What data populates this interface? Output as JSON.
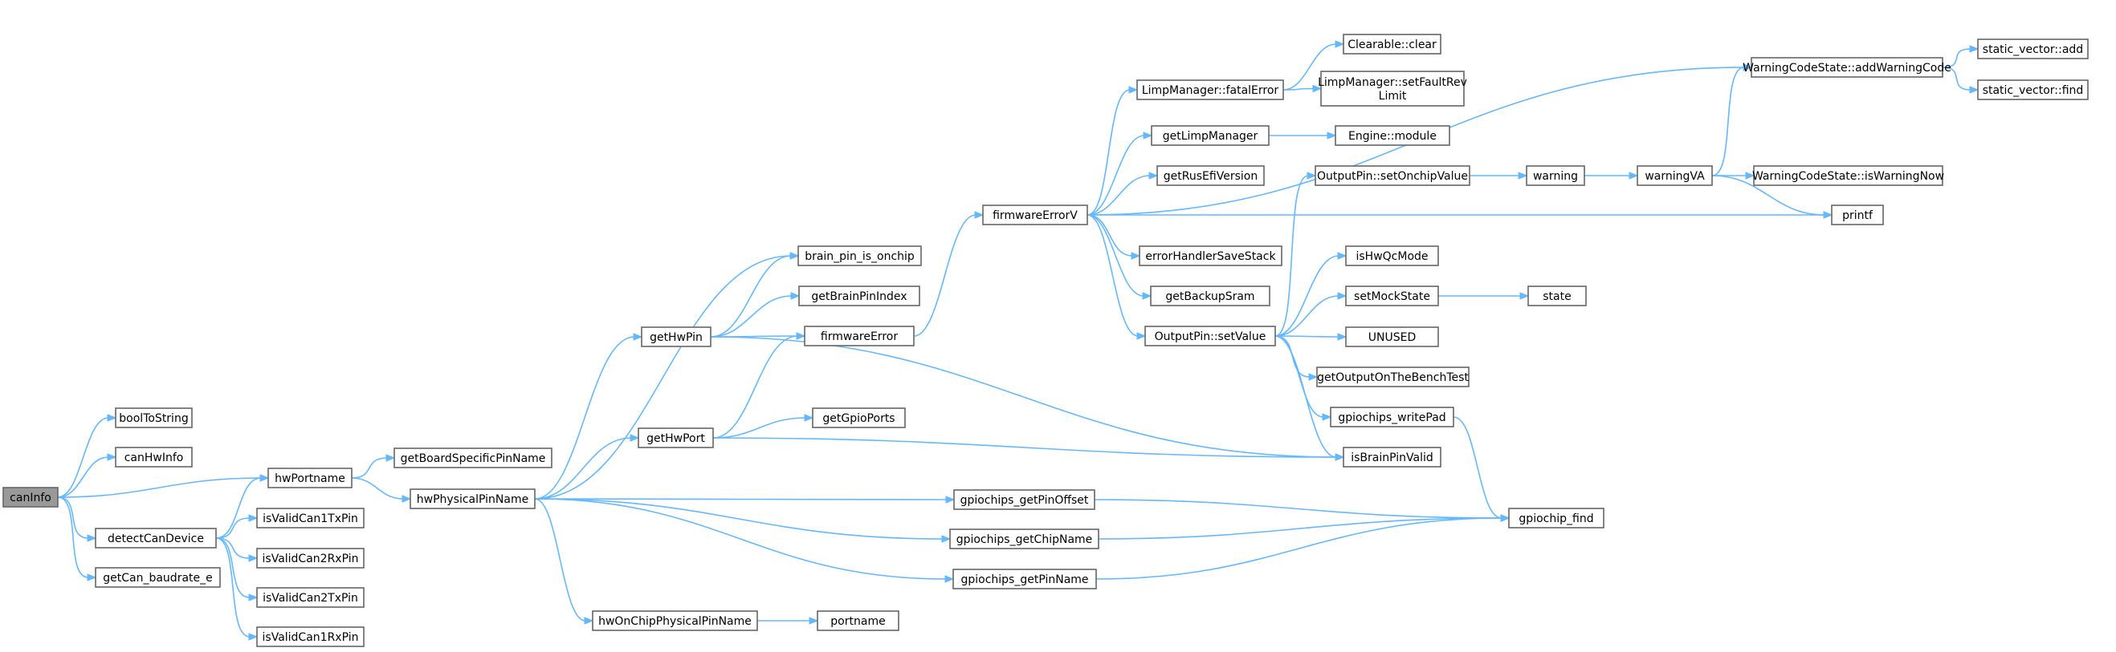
{
  "graph": {
    "title": "",
    "colors": {
      "edge": "#63b8ff",
      "node_border": "#666666",
      "root_fill": "#999999",
      "node_fill": "#ffffff"
    },
    "nodes": [
      {
        "id": "canInfo",
        "label": [
          "canInfo"
        ],
        "root": true
      },
      {
        "id": "boolToString",
        "label": [
          "boolToString"
        ]
      },
      {
        "id": "canHwInfo",
        "label": [
          "canHwInfo"
        ]
      },
      {
        "id": "hwPortname",
        "label": [
          "hwPortname"
        ]
      },
      {
        "id": "detectCanDevice",
        "label": [
          "detectCanDevice"
        ]
      },
      {
        "id": "getCan_baudrate_e",
        "label": [
          "getCan_baudrate_e"
        ]
      },
      {
        "id": "getBoardSpecificPinName",
        "label": [
          "getBoardSpecificPinName"
        ]
      },
      {
        "id": "hwPhysicalPinName",
        "label": [
          "hwPhysicalPinName"
        ]
      },
      {
        "id": "isValidCan1TxPin",
        "label": [
          "isValidCan1TxPin"
        ]
      },
      {
        "id": "isValidCan2RxPin",
        "label": [
          "isValidCan2RxPin"
        ]
      },
      {
        "id": "isValidCan2TxPin",
        "label": [
          "isValidCan2TxPin"
        ]
      },
      {
        "id": "isValidCan1RxPin",
        "label": [
          "isValidCan1RxPin"
        ]
      },
      {
        "id": "getHwPin",
        "label": [
          "getHwPin"
        ]
      },
      {
        "id": "getHwPort",
        "label": [
          "getHwPort"
        ]
      },
      {
        "id": "hwOnChipPhysicalPinName",
        "label": [
          "hwOnChipPhysicalPinName"
        ]
      },
      {
        "id": "brain_pin_is_onchip",
        "label": [
          "brain_pin_is_onchip"
        ]
      },
      {
        "id": "getBrainPinIndex",
        "label": [
          "getBrainPinIndex"
        ]
      },
      {
        "id": "firmwareError",
        "label": [
          "firmwareError"
        ]
      },
      {
        "id": "getGpioPorts",
        "label": [
          "getGpioPorts"
        ]
      },
      {
        "id": "gpiochips_getPinOffset",
        "label": [
          "gpiochips_getPinOffset"
        ]
      },
      {
        "id": "gpiochips_getChipName",
        "label": [
          "gpiochips_getChipName"
        ]
      },
      {
        "id": "gpiochips_getPinName",
        "label": [
          "gpiochips_getPinName"
        ]
      },
      {
        "id": "portname",
        "label": [
          "portname"
        ]
      },
      {
        "id": "firmwareErrorV",
        "label": [
          "firmwareErrorV"
        ]
      },
      {
        "id": "LimpManager::fatalError",
        "label": [
          "LimpManager::fatalError"
        ]
      },
      {
        "id": "getLimpManager",
        "label": [
          "getLimpManager"
        ]
      },
      {
        "id": "getRusEfiVersion",
        "label": [
          "getRusEfiVersion"
        ]
      },
      {
        "id": "errorHandlerSaveStack",
        "label": [
          "errorHandlerSaveStack"
        ]
      },
      {
        "id": "getBackupSram",
        "label": [
          "getBackupSram"
        ]
      },
      {
        "id": "OutputPin::setValue",
        "label": [
          "OutputPin::setValue"
        ]
      },
      {
        "id": "Clearable::clear",
        "label": [
          "Clearable::clear"
        ]
      },
      {
        "id": "LimpManager::setFaultRevLimit",
        "label": [
          "LimpManager::setFaultRev",
          "Limit"
        ]
      },
      {
        "id": "Engine::module",
        "label": [
          "Engine::module"
        ]
      },
      {
        "id": "OutputPin::setOnchipValue",
        "label": [
          "OutputPin::setOnchipValue"
        ]
      },
      {
        "id": "isHwQcMode",
        "label": [
          "isHwQcMode"
        ]
      },
      {
        "id": "setMockState",
        "label": [
          "setMockState"
        ]
      },
      {
        "id": "UNUSED",
        "label": [
          "UNUSED"
        ]
      },
      {
        "id": "getOutputOnTheBenchTest",
        "label": [
          "getOutputOnTheBenchTest"
        ]
      },
      {
        "id": "gpiochips_writePad",
        "label": [
          "gpiochips_writePad"
        ]
      },
      {
        "id": "isBrainPinValid",
        "label": [
          "isBrainPinValid"
        ]
      },
      {
        "id": "gpiochip_find",
        "label": [
          "gpiochip_find"
        ]
      },
      {
        "id": "warning",
        "label": [
          "warning"
        ]
      },
      {
        "id": "state",
        "label": [
          "state"
        ]
      },
      {
        "id": "warningVA",
        "label": [
          "warningVA"
        ]
      },
      {
        "id": "WarningCodeState::addWarningCode",
        "label": [
          "WarningCodeState::addWarningCode"
        ]
      },
      {
        "id": "WarningCodeState::isWarningNow",
        "label": [
          "WarningCodeState::isWarningNow"
        ]
      },
      {
        "id": "printf",
        "label": [
          "printf"
        ]
      },
      {
        "id": "static_vector::add",
        "label": [
          "static_vector::add"
        ]
      },
      {
        "id": "static_vector::find",
        "label": [
          "static_vector::find"
        ]
      }
    ],
    "edges": [
      [
        "canInfo",
        "boolToString"
      ],
      [
        "canInfo",
        "canHwInfo"
      ],
      [
        "canInfo",
        "hwPortname"
      ],
      [
        "canInfo",
        "detectCanDevice"
      ],
      [
        "canInfo",
        "getCan_baudrate_e"
      ],
      [
        "hwPortname",
        "getBoardSpecificPinName"
      ],
      [
        "hwPortname",
        "hwPhysicalPinName"
      ],
      [
        "detectCanDevice",
        "hwPortname"
      ],
      [
        "detectCanDevice",
        "isValidCan1TxPin"
      ],
      [
        "detectCanDevice",
        "isValidCan2RxPin"
      ],
      [
        "detectCanDevice",
        "isValidCan2TxPin"
      ],
      [
        "detectCanDevice",
        "isValidCan1RxPin"
      ],
      [
        "hwPhysicalPinName",
        "brain_pin_is_onchip"
      ],
      [
        "hwPhysicalPinName",
        "getHwPin"
      ],
      [
        "hwPhysicalPinName",
        "getHwPort"
      ],
      [
        "hwPhysicalPinName",
        "gpiochips_getPinOffset"
      ],
      [
        "hwPhysicalPinName",
        "gpiochips_getChipName"
      ],
      [
        "hwPhysicalPinName",
        "gpiochips_getPinName"
      ],
      [
        "hwPhysicalPinName",
        "hwOnChipPhysicalPinName"
      ],
      [
        "getHwPin",
        "brain_pin_is_onchip"
      ],
      [
        "getHwPin",
        "getBrainPinIndex"
      ],
      [
        "getHwPin",
        "firmwareError"
      ],
      [
        "getHwPin",
        "isBrainPinValid"
      ],
      [
        "getHwPort",
        "firmwareError"
      ],
      [
        "getHwPort",
        "getGpioPorts"
      ],
      [
        "getHwPort",
        "isBrainPinValid"
      ],
      [
        "hwOnChipPhysicalPinName",
        "portname"
      ],
      [
        "firmwareError",
        "firmwareErrorV"
      ],
      [
        "firmwareErrorV",
        "WarningCodeState::addWarningCode"
      ],
      [
        "firmwareErrorV",
        "LimpManager::fatalError"
      ],
      [
        "firmwareErrorV",
        "getLimpManager"
      ],
      [
        "firmwareErrorV",
        "getRusEfiVersion"
      ],
      [
        "firmwareErrorV",
        "printf"
      ],
      [
        "firmwareErrorV",
        "errorHandlerSaveStack"
      ],
      [
        "firmwareErrorV",
        "getBackupSram"
      ],
      [
        "firmwareErrorV",
        "OutputPin::setValue"
      ],
      [
        "LimpManager::fatalError",
        "Clearable::clear"
      ],
      [
        "LimpManager::fatalError",
        "LimpManager::setFaultRevLimit"
      ],
      [
        "getLimpManager",
        "Engine::module"
      ],
      [
        "OutputPin::setValue",
        "OutputPin::setOnchipValue"
      ],
      [
        "OutputPin::setValue",
        "isHwQcMode"
      ],
      [
        "OutputPin::setValue",
        "setMockState"
      ],
      [
        "OutputPin::setValue",
        "UNUSED"
      ],
      [
        "OutputPin::setValue",
        "getOutputOnTheBenchTest"
      ],
      [
        "OutputPin::setValue",
        "gpiochips_writePad"
      ],
      [
        "OutputPin::setValue",
        "isBrainPinValid"
      ],
      [
        "gpiochips_getPinOffset",
        "gpiochip_find"
      ],
      [
        "gpiochips_getChipName",
        "gpiochip_find"
      ],
      [
        "gpiochips_getPinName",
        "gpiochip_find"
      ],
      [
        "gpiochips_writePad",
        "gpiochip_find"
      ],
      [
        "OutputPin::setOnchipValue",
        "warning"
      ],
      [
        "setMockState",
        "state"
      ],
      [
        "warning",
        "warningVA"
      ],
      [
        "warningVA",
        "WarningCodeState::addWarningCode"
      ],
      [
        "warningVA",
        "WarningCodeState::isWarningNow"
      ],
      [
        "warningVA",
        "printf"
      ],
      [
        "WarningCodeState::addWarningCode",
        "static_vector::add"
      ],
      [
        "WarningCodeState::addWarningCode",
        "static_vector::find"
      ]
    ]
  }
}
